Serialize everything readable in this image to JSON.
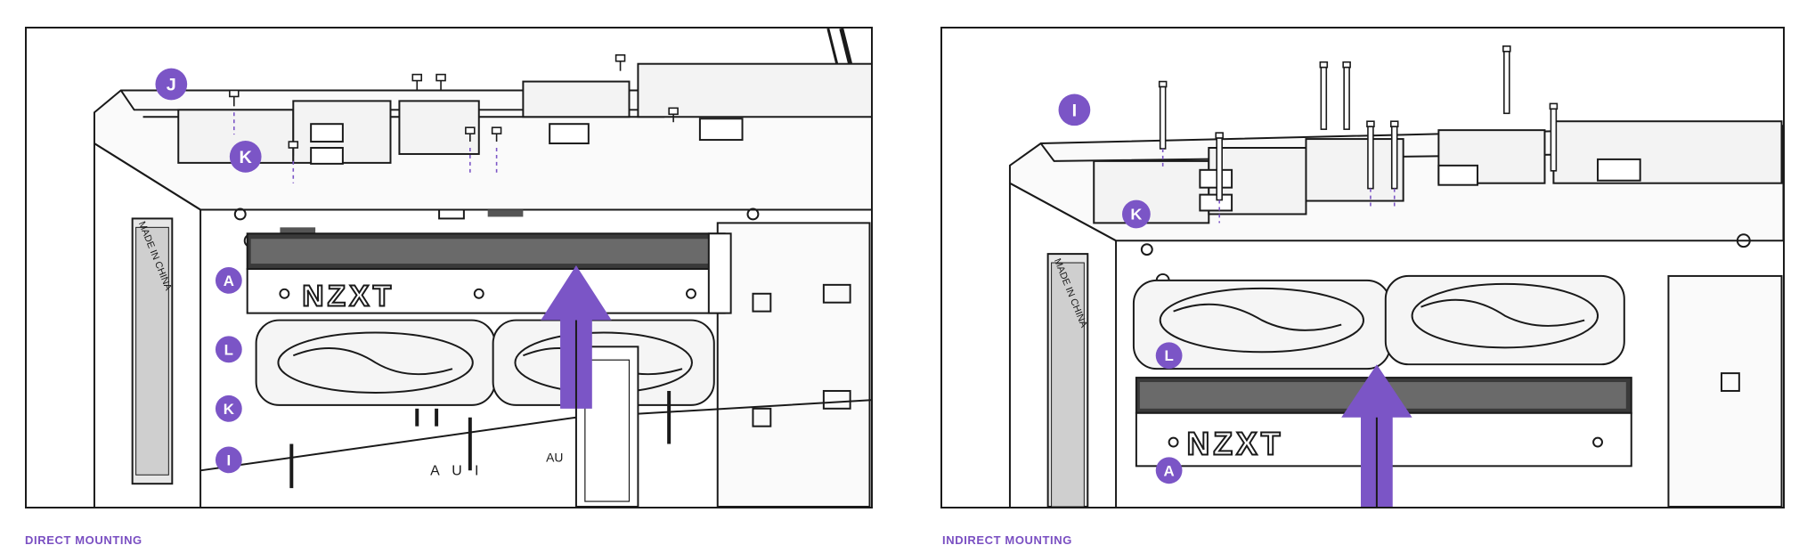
{
  "colors": {
    "accent": "#7b55c6",
    "line": "#1a1a1a",
    "caption": "#7a4fc2"
  },
  "direct": {
    "caption": "DIRECT MOUNTING",
    "badges": [
      "J",
      "K",
      "A",
      "L",
      "K",
      "I"
    ],
    "logo": "NZXT",
    "case_text": {
      "made_in": "MADE IN CHINA",
      "aui": "A U I",
      "au": "AU"
    },
    "icons": [
      "up-arrow-icon"
    ]
  },
  "indirect": {
    "caption": "INDIRECT MOUNTING",
    "badges": [
      "I",
      "K",
      "L",
      "A"
    ],
    "logo": "NZXT",
    "case_text": {
      "made_in": "MADE IN CHINA"
    },
    "icons": [
      "up-arrow-icon"
    ]
  }
}
